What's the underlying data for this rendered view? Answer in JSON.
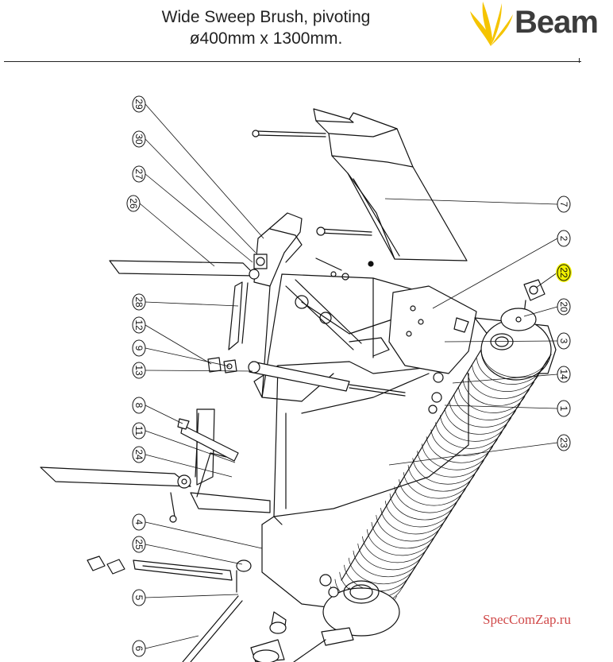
{
  "header": {
    "title_line1": "Wide Sweep Brush, pivoting",
    "title_line2": "ø400mm x 1300mm."
  },
  "logo": {
    "text": "Beam",
    "icon": "beam-sun-icon",
    "color": "#f5c400"
  },
  "watermark": "SpecComZap.ru",
  "highlight_color": "#f0f000",
  "callouts": [
    {
      "id": "29",
      "label": "29"
    },
    {
      "id": "30",
      "label": "30"
    },
    {
      "id": "27",
      "label": "27"
    },
    {
      "id": "26",
      "label": "26"
    },
    {
      "id": "28",
      "label": "28"
    },
    {
      "id": "12",
      "label": "12"
    },
    {
      "id": "9",
      "label": "9"
    },
    {
      "id": "13",
      "label": "13"
    },
    {
      "id": "8",
      "label": "8"
    },
    {
      "id": "11",
      "label": "11"
    },
    {
      "id": "24",
      "label": "24"
    },
    {
      "id": "4",
      "label": "4"
    },
    {
      "id": "25",
      "label": "25"
    },
    {
      "id": "5",
      "label": "5"
    },
    {
      "id": "6",
      "label": "6"
    },
    {
      "id": "7",
      "label": "7"
    },
    {
      "id": "2",
      "label": "2"
    },
    {
      "id": "22",
      "label": "22",
      "highlighted": true
    },
    {
      "id": "20",
      "label": "20"
    },
    {
      "id": "3",
      "label": "3"
    },
    {
      "id": "14",
      "label": "14"
    },
    {
      "id": "1",
      "label": "1"
    },
    {
      "id": "23",
      "label": "23"
    }
  ]
}
